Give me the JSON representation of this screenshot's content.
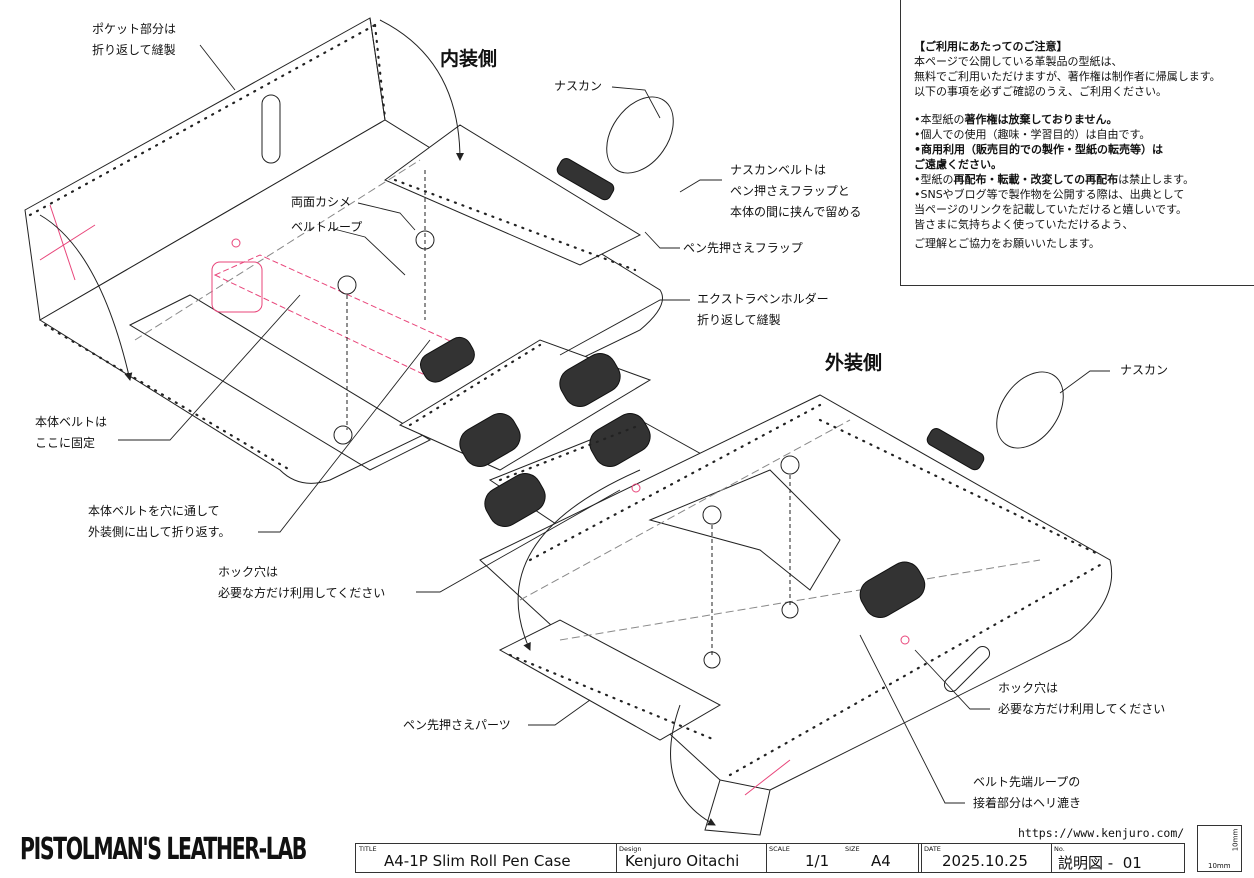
{
  "drawing": {
    "side_labels": {
      "inner": "内装側",
      "outer": "外装側"
    },
    "callouts": {
      "pocket": [
        "ポケット部分は",
        "折り返して縫製"
      ],
      "nasukan_top": "ナスカン",
      "nasukan_belt": [
        "ナスカンベルトは",
        "ペン押さえフラップと",
        "本体の間に挟んで留める"
      ],
      "double_rivet": "両面カシメ",
      "belt_loop": "ベルトループ",
      "pen_flap": "ペン先押さえフラップ",
      "extra_holder": [
        "エクストラペンホルダー",
        "折り返して縫製"
      ],
      "nasukan_outer": "ナスカン",
      "body_belt_fix": [
        "本体ベルトは",
        "ここに固定"
      ],
      "body_belt_through": [
        "本体ベルトを穴に通して",
        "外装側に出して折り返す。"
      ],
      "hook_hole_left": [
        "ホック穴は",
        "必要な方だけ利用してください"
      ],
      "hook_hole_right": [
        "ホック穴は",
        "必要な方だけ利用してください"
      ],
      "pen_tip_part": "ペン先押さえパーツ",
      "belt_loop_tip": [
        "ベルト先端ループの",
        "接着部分はヘリ漉き"
      ]
    }
  },
  "notice": {
    "title": "【ご利用にあたってのご注意】",
    "intro": [
      "本ページで公開している革製品の型紙は、",
      "無料でご利用いただけますが、著作権は制作者に帰属します。",
      "以下の事項を必ずご確認のうえ、ご利用ください。"
    ],
    "items": {
      "copyright_pre": "•本型紙の",
      "copyright_bold": "著作権は放棄しておりません。",
      "personal": "•個人での使用（趣味・学習目的）は自由です。",
      "commercial": "•商用利用（販売目的での製作・型紙の転売等）は",
      "commercial2": "ご遠慮ください。",
      "redistrib_pre": "•型紙の",
      "redistrib_bold": "再配布・転載・改変しての再配布",
      "redistrib_post": "は禁止します。",
      "sns": "•SNSやブログ等で製作物を公開する際は、出典として",
      "sns2": "当ページのリンクを記載していただけると嬉しいです。",
      "closing1": "皆さまに気持ちよく使っていただけるよう、",
      "closing2": "ご理解とご協力をお願いいたします。"
    }
  },
  "footer": {
    "logo": "PISTOLMAN'S LEATHER-LAB",
    "url": "https://www.kenjuro.com/",
    "title_caption": "TITLE",
    "title": "A4-1P Slim Roll Pen Case",
    "design_caption": "Design",
    "design": "Kenjuro Oitachi",
    "scale_caption": "SCALE",
    "scale": "1/1",
    "size_caption": "SIZE",
    "size": "A4",
    "date_caption": "DATE",
    "date": "2025.10.25",
    "no_caption": "No.",
    "no": "説明図 -  01",
    "scale_box": {
      "h": "10mm",
      "w": "10mm"
    }
  },
  "colors": {
    "line": "#222222",
    "accent": "#e8457a"
  }
}
